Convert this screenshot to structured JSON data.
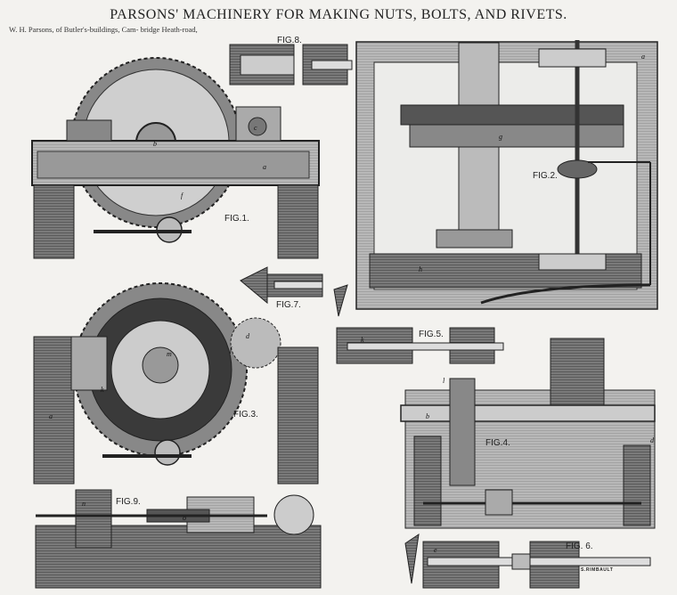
{
  "title": "PARSONS' MACHINERY FOR MAKING NUTS, BOLTS, AND RIVETS.",
  "byline": "W. H. Parsons, of Butler's-buildings, Cam- bridge Heath-road,",
  "figures": {
    "fig1": "FIG.1.",
    "fig2": "FIG.2.",
    "fig3": "FIG.3.",
    "fig4": "FIG.4.",
    "fig5": "FIG.5.",
    "fig6": "FIG. 6.",
    "fig7": "FIG.7.",
    "fig8": "FIG.8.",
    "fig9": "FIG.9."
  },
  "part_labels": {
    "a": "a",
    "b": "b",
    "c": "c",
    "d": "d",
    "e": "e",
    "f": "f",
    "g": "g",
    "h": "h",
    "k": "k",
    "l": "l",
    "m": "m",
    "n": "n",
    "o": "o"
  },
  "engraver_signature": "S.RIMBAULT",
  "colors": {
    "ink": "#2a2a2a",
    "paper": "#f3f2ef",
    "mid": "#6e6e6e",
    "light": "#bdbdbd"
  }
}
